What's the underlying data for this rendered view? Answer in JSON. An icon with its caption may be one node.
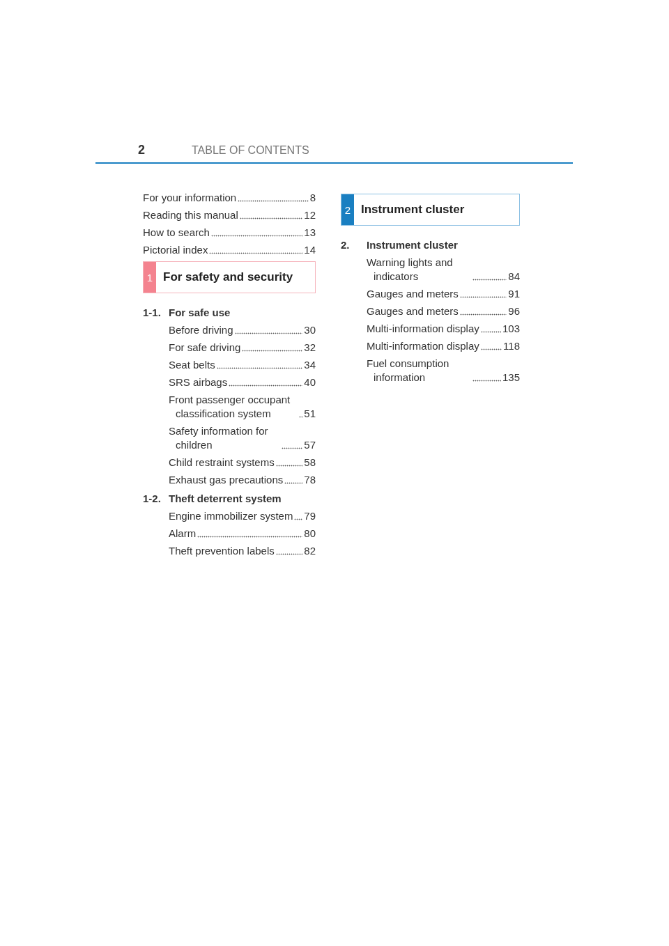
{
  "diagram": {
    "title": "TABLE OF CONTENTS",
    "nodes": [
      {
        "text": [
          "1",
          "For safety and security"
        ]
      },
      {
        "text": [
          "2",
          "Instrument cluster"
        ]
      }
    ],
    "labels": [
      "2",
      "For your information",
      "8",
      "Reading this manual",
      "12",
      "How to search",
      "13",
      "Pictorial index",
      "14",
      "1-1.",
      "For safe use",
      "Before driving",
      "30",
      "For safe driving",
      "32",
      "Seat belts",
      "34",
      "SRS airbags",
      "40",
      "Front passenger occupant classification system",
      "51",
      "Safety information for children",
      "57",
      "Child restraint systems",
      "58",
      "Exhaust gas precautions",
      "78",
      "1-2.",
      "Theft deterrent system",
      "Engine immobilizer system",
      "79",
      "Alarm",
      "80",
      "Theft prevention labels",
      "82",
      "2.",
      "Instrument cluster",
      "Warning lights and indicators",
      "84",
      "Gauges and meters",
      "91",
      "Gauges and meters",
      "96",
      "Multi-information display",
      "103",
      "Multi-information display",
      "118",
      "Fuel consumption information",
      "135"
    ]
  }
}
